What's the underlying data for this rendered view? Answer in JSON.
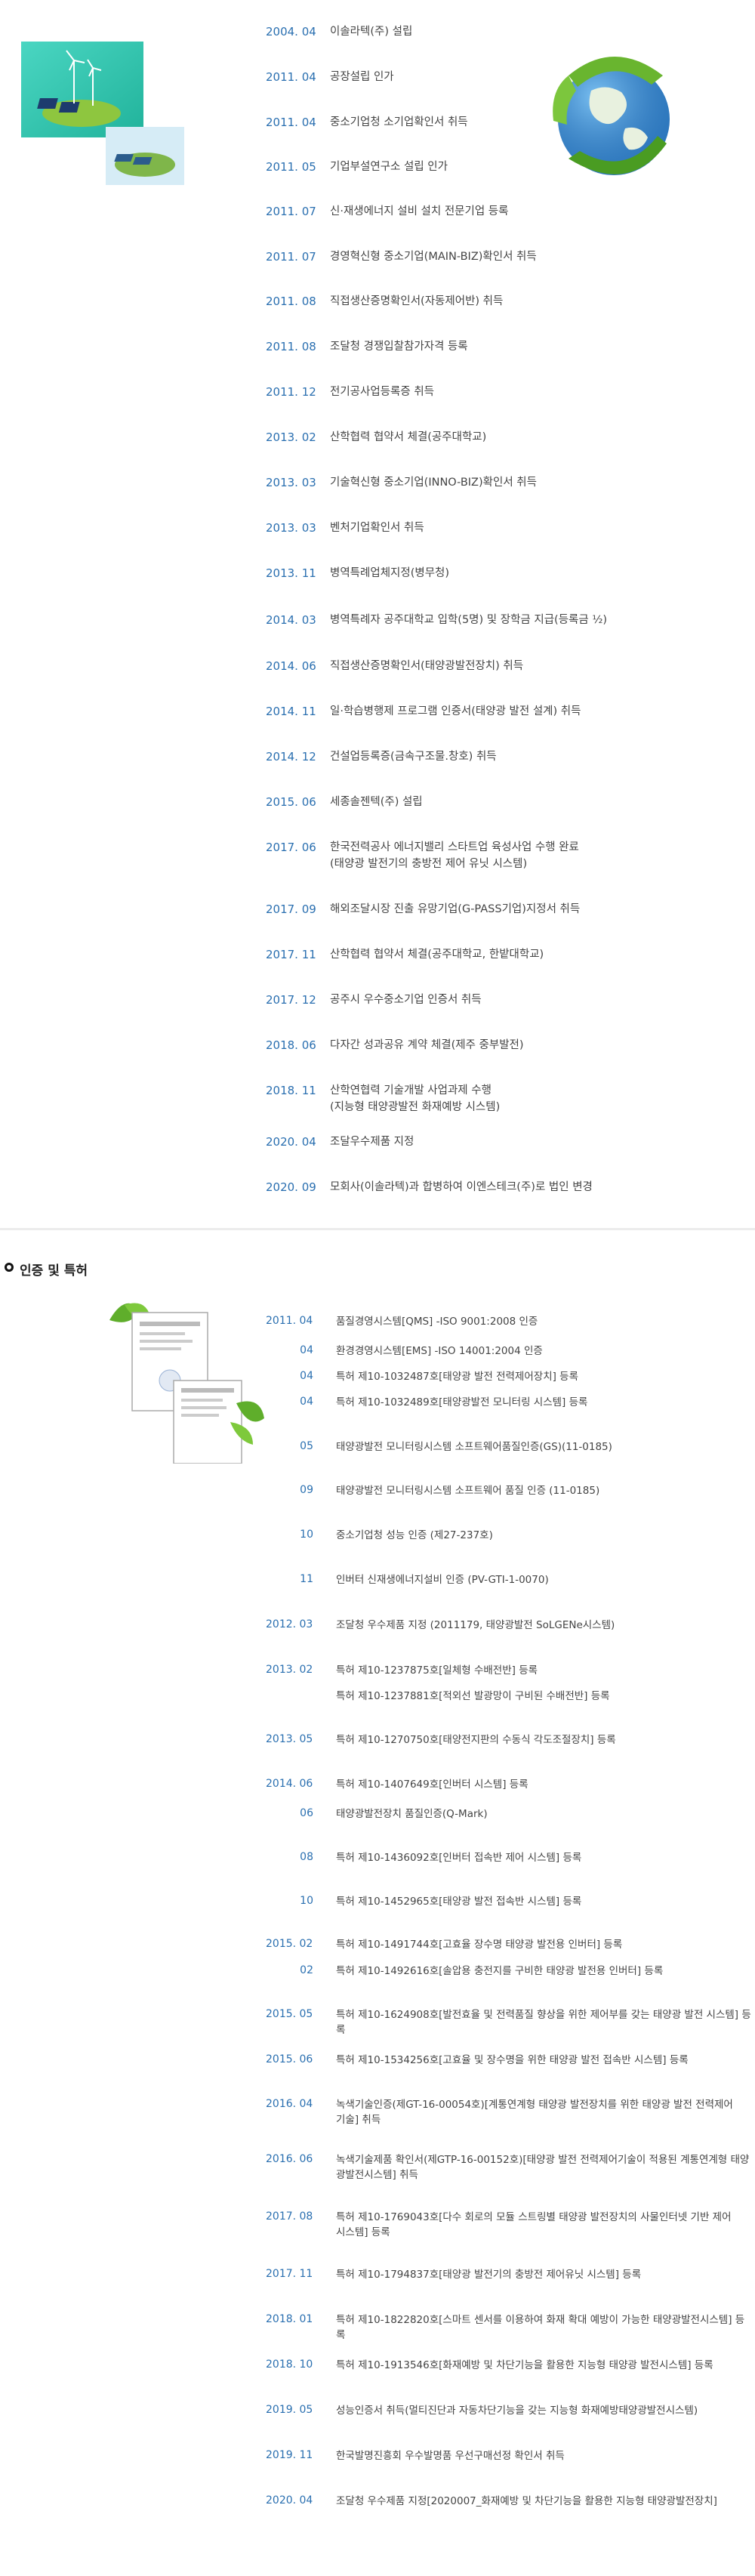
{
  "history": [
    {
      "date": "2004. 04",
      "text": "이솔라텍(주) 설립"
    },
    {
      "date": "2011. 04",
      "text": "공장설립 인가"
    },
    {
      "date": "2011. 04",
      "text": "중소기업청 소기업확인서 취득"
    },
    {
      "date": "2011. 05",
      "text": "기업부설연구소 설립 인가"
    },
    {
      "date": "2011. 07",
      "text": "신·재생에너지 설비 설치 전문기업 등록"
    },
    {
      "date": "2011. 07",
      "text": "경영혁신형 중소기업(MAIN-BIZ)확인서 취득"
    },
    {
      "date": "2011. 08",
      "text": "직접생산증명확인서(자동제어반) 취득"
    },
    {
      "date": "2011. 08",
      "text": "조달청 경쟁입찰참가자격 등록"
    },
    {
      "date": "2011. 12",
      "text": "전기공사업등록증 취득"
    },
    {
      "date": "2013. 02",
      "text": "산학협력 협약서 체결(공주대학교)"
    },
    {
      "date": "2013. 03",
      "text": "기술혁신형 중소기업(INNO-BIZ)확인서 취득"
    },
    {
      "date": "2013. 03",
      "text": "벤처기업확인서 취득"
    },
    {
      "date": "2013. 11",
      "text": "병역특례업체지정(병무청)"
    },
    {
      "date": "2014. 03",
      "text": "병역특례자 공주대학교 입학(5명) 및 장학금 지급(등록금 ½)"
    },
    {
      "date": "2014. 06",
      "text": "직접생산증명확인서(태양광발전장치) 취득"
    },
    {
      "date": "2014. 11",
      "text": "일·학습병행제 프로그램 인증서(태양광 발전 설계) 취득"
    },
    {
      "date": "2014. 12",
      "text": "건설업등록증(금속구조물.창호) 취득"
    },
    {
      "date": "2015. 06",
      "text": "세종솔젠텍(주) 설립"
    },
    {
      "date": "2017. 06",
      "text": "한국전력공사 에너지밸리 스타트업 육성사업 수행 완료",
      "text2": "(태양광 발전기의 충방전 제어 유닛 시스템)"
    },
    {
      "date": "2017. 09",
      "text": "해외조달시장 진출 유망기업(G-PASS기업)지정서 취득"
    },
    {
      "date": "2017. 11",
      "text": "산학협력 협약서 체결(공주대학교, 한밭대학교)"
    },
    {
      "date": "2017. 12",
      "text": "공주시 우수중소기업 인증서 취득"
    },
    {
      "date": "2018. 06",
      "text": "다자간 성과공유 계약 체결(제주 중부발전)"
    },
    {
      "date": "2018. 11",
      "text": "산학연협력 기술개발 사업과제 수행",
      "text2": "(지능형 태양광발전 화재예방 시스템)"
    },
    {
      "date": "2020. 04",
      "text": "조달우수제품 지정"
    },
    {
      "date": "2020. 09",
      "text": "모회사(이솔라텍)과 합병하여 이엔스테크(주)로 법인 변경"
    }
  ],
  "section": {
    "title": "인증 및 특허"
  },
  "certs": [
    {
      "date": "2011. 04",
      "sub": "",
      "text": "품질경영시스템[QMS] -ISO 9001:2008 인증"
    },
    {
      "date": "",
      "sub": "04",
      "text": "환경경영시스템[EMS] -ISO 14001:2004 인증"
    },
    {
      "date": "",
      "sub": "04",
      "text": "특허 제10-1032487호[태양광 발전 전력제어장치] 등록"
    },
    {
      "date": "",
      "sub": "04",
      "text": "특허 제10-1032489호[태양광발전 모니터링 시스템] 등록"
    },
    {
      "date": "",
      "sub": "05",
      "text": "태양광발전 모니터링시스템 소프트웨어품질인증(GS)(11-0185)"
    },
    {
      "date": "",
      "sub": "09",
      "text": "태양광발전 모니터링시스템 소프트웨어 품질 인증 (11-0185)"
    },
    {
      "date": "",
      "sub": "10",
      "text": "중소기업청 성능 인증 (제27-237호)"
    },
    {
      "date": "",
      "sub": "11",
      "text": "인버터 신재생에너지설비 인증 (PV-GTI-1-0070)"
    },
    {
      "date": "2012. 03",
      "sub": "",
      "text": "조달청 우수제품 지정 (2011179, 태양광발전 SoLGENe시스템)"
    },
    {
      "date": "2013. 02",
      "sub": "",
      "text": "특허 제10-1237875호[일체형 수배전반] 등록"
    },
    {
      "date": "",
      "sub": "",
      "text": "특허 제10-1237881호[적외선 발광망이 구비된 수배전반] 등록"
    },
    {
      "date": "2013. 05",
      "sub": "",
      "text": "특허 제10-1270750호[태양전지판의 수동식 각도조절장치] 등록"
    },
    {
      "date": "2014. 06",
      "sub": "",
      "text": "특허 제10-1407649호[인버터 시스템] 등록"
    },
    {
      "date": "",
      "sub": "06",
      "text": "태양광발전장치 품질인증(Q-Mark)"
    },
    {
      "date": "",
      "sub": "08",
      "text": "특허 제10-1436092호[인버터 접속반 제어 시스템] 등록"
    },
    {
      "date": "",
      "sub": "10",
      "text": "특허 제10-1452965호[태양광 발전 접속반 시스템] 등록"
    },
    {
      "date": "2015. 02",
      "sub": "",
      "text": "특허 제10-1491744호[고효율 장수명 태양광 발전용 인버터] 등록"
    },
    {
      "date": "",
      "sub": "02",
      "text": "특허 제10-1492616호[솔압용 충전지를 구비한 태양광 발전용 인버터] 등록"
    },
    {
      "date": "2015. 05",
      "sub": "",
      "text": "특허 제10-1624908호[발전효율 및 전력품질 향상을 위한 제어부를 갖는 태양광 발전 시스템] 등록"
    },
    {
      "date": "2015. 06",
      "sub": "",
      "text": "특허 제10-1534256호[고효율 및 장수명을 위한 태양광 발전 접속반 시스템] 등록"
    },
    {
      "date": "2016. 04",
      "sub": "",
      "text": "녹색기술인증(제GT-16-00054호)[계통연계형 태양광 발전장치를 위한 태양광 발전 전력제어",
      "text2": "기술] 취득"
    },
    {
      "date": "2016. 06",
      "sub": "",
      "text": "녹색기술제품 확인서(제GTP-16-00152호)[태양광 발전 전력제어기술이 적용된 계통연계형 태양",
      "text2": "광발전시스템] 취득"
    },
    {
      "date": "2017. 08",
      "sub": "",
      "text": "특허 제10-1769043호[다수 회로의 모듈 스트링별 태양광 발전장치의 사물인터넷 기반 제어",
      "text2": "시스템] 등록"
    },
    {
      "date": "2017. 11",
      "sub": "",
      "text": "특허 제10-1794837호[태양광 발전기의 충방전 제어유닛 시스템] 등록"
    },
    {
      "date": "2018. 01",
      "sub": "",
      "text": "특허 제10-1822820호[스마트 센서를 이용하여 화재 확대 예방이 가능한 태양광발전시스템] 등록"
    },
    {
      "date": "2018. 10",
      "sub": "",
      "text": "특허 제10-1913546호[화재예방 및 차단기능을 활용한 지능형 태양광 발전시스템] 등록"
    },
    {
      "date": "2019. 05",
      "sub": "",
      "text": "성능인증서 취득(멀티진단과 자동차단기능을 갖는 지능형 화재예방태양광발전시스템)"
    },
    {
      "date": "2019. 11",
      "sub": "",
      "text": "한국발명진흥회 우수발명품 우선구매선정 확인서 취득"
    },
    {
      "date": "2020. 04",
      "sub": "",
      "text": "조달청 우수제품 지정[2020007_화재예방 및 차단기능을 활용한 지능형 태양광발전장치]"
    }
  ],
  "colors": {
    "accent": "#2a6fb0",
    "text": "#444444",
    "green": "#6ab52f",
    "globe": "#2f7dc4"
  }
}
